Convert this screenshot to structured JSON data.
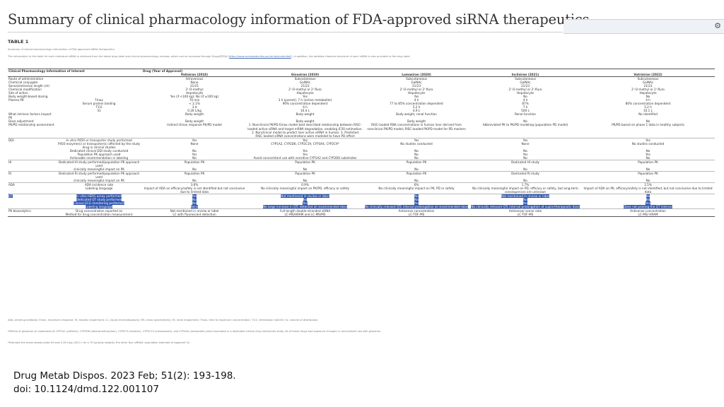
{
  "title": "Summary of clinical pharmacology information of FDA-approved siRNA therapeutics",
  "table_label": "TABLE 1",
  "table_caption": "Summary of clinical pharmacology information of FDA-approved siRNA therapeutics",
  "table_note": "The information in the table for each individual siRNA is retrieved from the latest drug label and clinical pharmacology reviews, which can be accessed through Drugs@FDA",
  "table_note_link": "https://www.accessdata.fda.gov/scripts/cder/daf/",
  "table_note_tail": ". In addition, the detailed chemical structure of each siRNA is also provided in the drug label.",
  "header": {
    "col0": "Clinical Pharmacology Information of Interest",
    "group": "Drug (Year of Approval)",
    "drugs": [
      "Patisiran (2018)",
      "Givosiran (2019)",
      "Lumasiran (2020)",
      "Inclisiran (2021)",
      "Vutrisiran (2022)"
    ]
  },
  "rows": [
    {
      "c0": "Route of administration",
      "sub": "",
      "v": [
        "Intravenous",
        "Subcutaneous",
        "Subcutaneous",
        "Subcutaneous",
        "Subcutaneous"
      ]
    },
    {
      "c0": "Chemical conjugate",
      "sub": "",
      "v": [
        "None",
        "GalNAc",
        "GalNAc",
        "GalNAc",
        "GalNAc"
      ]
    },
    {
      "c0": "Sense/antisense length (nt)",
      "sub": "",
      "v": [
        "21/21",
        "21/23",
        "21/23",
        "21/23",
        "21/23"
      ]
    },
    {
      "c0": "Chemical modification",
      "sub": "",
      "v": [
        "2'-O-methyl",
        "2'-O-methyl or 2'-fluro",
        "2'-O-methyl or 2'-fluro",
        "2'-O-methyl or 2'-fluro",
        "2'-O-methyl or 2'-fluro"
      ]
    },
    {
      "c0": "Site of action",
      "sub": "",
      "v": [
        "Hepatocyte",
        "Hepatocyte",
        "Hepatocyte",
        "Hepatocyte",
        "Hepatocyte"
      ]
    },
    {
      "c0": "Body weight-based dosing",
      "sub": "",
      "v": [
        "Yes (if <100 kg); No (if ≥100 kg)",
        "Yes",
        "Yes",
        "No",
        "No"
      ]
    },
    {
      "c0": "Plasma PK",
      "sub": "Tmax",
      "v": [
        "70 min",
        "3 h (parent); 7 h (active metabolite)",
        "4 h",
        "4 h",
        "4 h"
      ]
    },
    {
      "c0": "",
      "sub": "Serum protein binding",
      "v": [
        "< 2.1%",
        "90% concentration dependent",
        "77 to 85% concentration dependent",
        "87%",
        "80% concentration dependent"
      ]
    },
    {
      "c0": "",
      "sub": "T1/2",
      "v": [
        "3 d",
        "6 h",
        "5.2 h",
        "7 h",
        "5.2 h"
      ]
    },
    {
      "c0": "",
      "sub": "Vz",
      "v": [
        "0.26 L/kg",
        "10.4 L",
        "4.9 L",
        "500 L",
        "10.1 L"
      ]
    },
    {
      "c0": "What intrinsic factors impact PK",
      "sub": "",
      "v": [
        "Body weight",
        "Body weight",
        "Body weight, renal function",
        "Renal function",
        "No identified"
      ]
    },
    {
      "c0": "Dose adjustment",
      "sub": "",
      "v": [
        "Body weight",
        "Body weight",
        "Body weight",
        "No",
        "No"
      ]
    },
    {
      "c0": "PK/PD relationship assessment",
      "sub": "",
      "v": [
        "Indirect Emax response PK/PD model",
        "1. Nonclinical PK/PD Emax model best described relationship between RISC-loaded active siRNA and target mRNA degradation, enabling IC50 estimation. 2. Nonclinical model to predict liver active siRNA in human. 3. Predicted RISC-loaded siRNA concentrations were modeled to have PD effect",
        "RISC-loaded RNA concentrations in human liver derived from nonclinical PK/PD model; RISC-loaded PK/PD model for PD markers",
        "Abbreviated PK to PK/PD modeling (population PD model)",
        "PK/PD based on phase 1 data in healthy subjects"
      ]
    },
    {
      "c0": "DDI",
      "sub": "In vitro P450 or transporter study performed",
      "v": [
        "Yes",
        "Yes",
        "Yes",
        "Yes",
        "Yes"
      ],
      "sep": true
    },
    {
      "c0": "",
      "sub": "P450 enzyme(s) or transporter(s) affected by the study drug in clinical studies",
      "v": [
        "None",
        "CYP1A2, CYP2D6, CYP2C19, CYP3A4, CYP2C9*",
        "No studies conducted",
        "None",
        "No studies conducted"
      ]
    },
    {
      "c0": "",
      "sub": "Dedicated clinical DDI study conducted",
      "v": [
        "No",
        "Yes",
        "No",
        "No",
        "No"
      ]
    },
    {
      "c0": "",
      "sub": "Population PK approach used",
      "v": [
        "Yes",
        "Yes",
        "No",
        "Yes",
        "Yes"
      ]
    },
    {
      "c0": "",
      "sub": "Actionable recommendation in labeling",
      "v": [
        "No",
        "Avoid concomitant use with sensitive CYP1A2 and CYP2D6 substrates",
        "No",
        "No",
        "No"
      ]
    },
    {
      "c0": "HI",
      "sub": "Dedicated HI study performed/population PK approach used",
      "v": [
        "Population PK",
        "Population PK",
        "Population PK",
        "Dedicated HI study",
        "Population PK"
      ],
      "sep": true
    },
    {
      "c0": "",
      "sub": "clinically meaningful impact on PK",
      "v": [
        "No",
        "No",
        "No",
        "No",
        "No"
      ]
    },
    {
      "c0": "RI",
      "sub": "Dedicated RI study performed/population PK approach used",
      "v": [
        "Population PK",
        "Population PK",
        "Population PK",
        "Dedicated RI study",
        "Population PK"
      ],
      "sep": true
    },
    {
      "c0": "",
      "sub": "clinically meaningful impact on PK",
      "v": [
        "No",
        "No",
        "No",
        "No",
        "No"
      ]
    },
    {
      "c0": "ADA",
      "sub": "ADA incidence rate",
      "v": [
        "3.6%",
        "0.9%",
        "6%",
        "1.7%",
        "2.5%"
      ],
      "sep": true
    },
    {
      "c0": "",
      "sub": "Labeling language",
      "v": [
        "Impact of ADA on efficacy/safety is not identified but not conclusive due to limited data",
        "No clinically meaningful impact on PK/PD, efficacy or safety",
        "No clinically meaningful impact on PK, PD or safety",
        "No clinically meaningful impact on PD, efficacy or safety, but long-term consequences are unknown",
        "Impact of ADA on PK, efficacy/safety is not identified, but not conclusive due to limited data"
      ]
    },
    {
      "c0": "QT",
      "sub": "In vitro hERG assay performed",
      "v": [
        "Yes",
        "Not mentioned in review or label",
        "No",
        "Not mentioned in review or label",
        "No"
      ],
      "sep": true,
      "hl": true
    },
    {
      "c0": "",
      "sub": "Dedicated QT study performed",
      "v": [
        "No",
        "No",
        "No",
        "No",
        "No"
      ],
      "hl": true
    },
    {
      "c0": "",
      "sub": "Clinical ECG monitoring performed",
      "v": [
        "Yes",
        "Yes",
        "Yes",
        "Yes",
        "Yes"
      ],
      "hl": true
    },
    {
      "c0": "",
      "sub": "Labeling language",
      "v": [
        "None",
        "No large increase in QTc detected at recommended dose",
        "No clinically relevant QTc interval prolongation at recommended dose",
        "No clinically relevant QTc interval prolongation at supra-therapeutic dose",
        "Does not prolong the QT interval"
      ],
      "hl": true
    },
    {
      "c0": "PK bioanalytics",
      "sub": "Drug concentration reported as",
      "v": [
        "Not mentioned in review or label",
        "Full-length double-stranded siRNA",
        "Antisense concentration",
        "Antisense/ sense ratio",
        "Antisense concentration"
      ],
      "sep": true
    },
    {
      "c0": "",
      "sub": "Method for drug concentration measurement",
      "v": [
        "LC with fluorescent detection",
        "LC-MS/HRAM and LC-MS/MS",
        "LC-TOF-MS",
        "LC-TOF-MS",
        "LC-MS/ HRAM"
      ],
      "end": true
    }
  ],
  "footnotes": [
    "ADA, antidrug antibody; Emax, maximum response; HI, hepatic impairment; LC, liquid chromatography; MS, mass spectrometry; RI, renal impairment; Tmax, time to maximum concentration; T1/2, elimination half-life; Vz, volume of distribution.",
    "*Effects of givosiran on substrates of CYP1A2 (caffeine), CYP2D6 (dextromethorphan), CYP2C9 (losartan), CYP2C19 (omeprazole), and CYP3A4 (midazolam) were evaluated in a dedicated clinical drug interaction study. All of these drugs had exposure changes in concomitant use with givosiran.",
    "*Estimate the mean steady-state Vd was 0.26 L/kg (18.2 L for a 70 kg body weight); the other four siRNAs' population estimate of apparent Vz."
  ],
  "citation": {
    "line1": "Drug Metab Dispos. 2023 Feb; 51(2): 193-198.",
    "line2": "doi: 10.1124/dmd.122.001107"
  },
  "colors": {
    "highlight": "#2f55b0"
  },
  "icons": {
    "toolbar": "settings-icon"
  }
}
